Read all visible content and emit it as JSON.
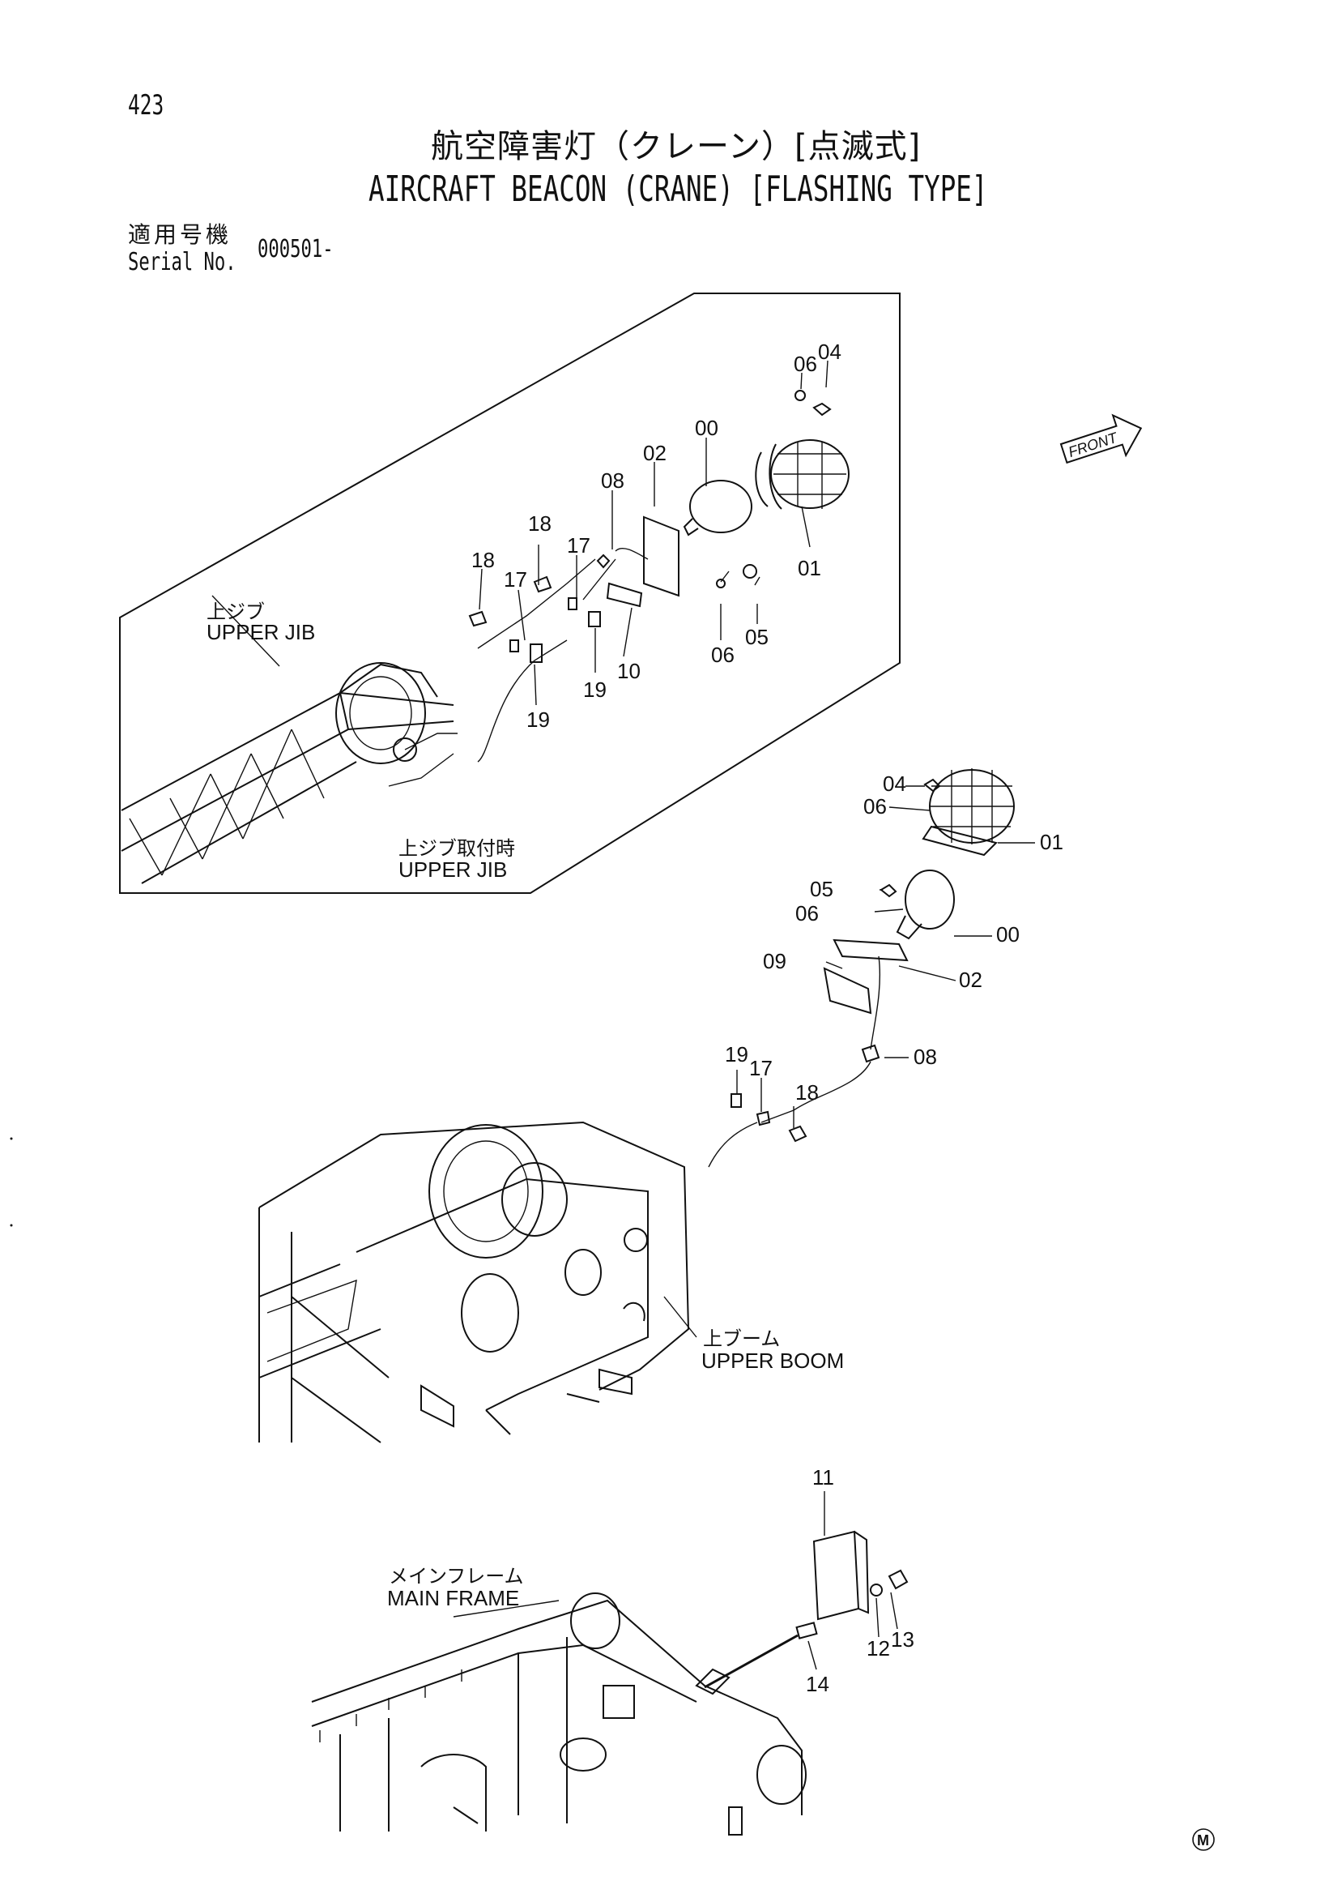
{
  "page_number": "423",
  "title_ja": "航空障害灯（クレーン）[点滅式]",
  "title_en": "AIRCRAFT BEACON (CRANE) [FLASHING TYPE]",
  "serial": {
    "label_ja": "適用号機",
    "label_en": "Serial No.",
    "value": "000501-"
  },
  "front_label": "FRONT",
  "callouts": {
    "upper_jib_ja": "上ジブ",
    "upper_jib_en": "UPPER JIB",
    "upper_jib_mount_ja": "上ジブ取付時",
    "upper_jib_mount_en": "UPPER JIB",
    "upper_boom_ja": "上ブーム",
    "upper_boom_en": "UPPER BOOM",
    "main_frame_ja": "メインフレーム",
    "main_frame_en": "MAIN FRAME"
  },
  "part_numbers": {
    "inset": [
      "04",
      "06",
      "00",
      "02",
      "08",
      "18",
      "17",
      "18",
      "17",
      "01",
      "06",
      "05",
      "19",
      "10",
      "19"
    ],
    "boom": [
      "04",
      "06",
      "01",
      "05",
      "06",
      "00",
      "09",
      "02",
      "08",
      "19",
      "17",
      "18"
    ],
    "frame": [
      "11",
      "13",
      "12",
      "14"
    ]
  },
  "footer_mark": "M"
}
